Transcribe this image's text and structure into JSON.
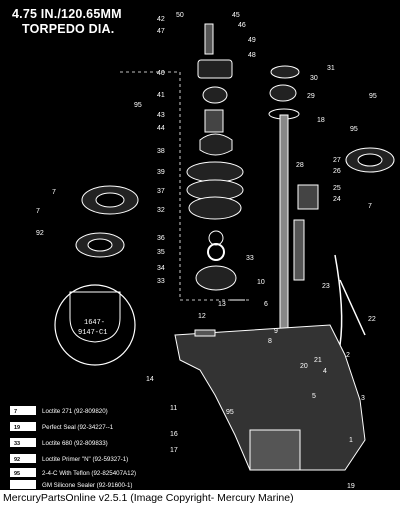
{
  "title": {
    "line1": "4.75 IN./120.65MM",
    "line2": "TORPEDO DIA."
  },
  "inset": {
    "part_number_line1": "1647-",
    "part_number_line2": "9147-C1"
  },
  "callouts": [
    {
      "n": "50"
    },
    {
      "n": "45"
    },
    {
      "n": "46"
    },
    {
      "n": "42"
    },
    {
      "n": "47"
    },
    {
      "n": "49"
    },
    {
      "n": "48"
    },
    {
      "n": "31"
    },
    {
      "n": "40"
    },
    {
      "n": "30"
    },
    {
      "n": "41"
    },
    {
      "n": "95"
    },
    {
      "n": "29"
    },
    {
      "n": "43"
    },
    {
      "n": "18"
    },
    {
      "n": "44"
    },
    {
      "n": "95"
    },
    {
      "n": "38"
    },
    {
      "n": "28"
    },
    {
      "n": "27"
    },
    {
      "n": "26"
    },
    {
      "n": "39"
    },
    {
      "n": "25"
    },
    {
      "n": "37"
    },
    {
      "n": "24"
    },
    {
      "n": "32"
    },
    {
      "n": "36"
    },
    {
      "n": "35"
    },
    {
      "n": "34"
    },
    {
      "n": "33"
    },
    {
      "n": "10"
    },
    {
      "n": "23"
    },
    {
      "n": "13"
    },
    {
      "n": "6"
    },
    {
      "n": "12"
    },
    {
      "n": "22"
    },
    {
      "n": "9"
    },
    {
      "n": "8"
    },
    {
      "n": "21"
    },
    {
      "n": "20"
    },
    {
      "n": "2"
    },
    {
      "n": "4"
    },
    {
      "n": "14"
    },
    {
      "n": "3"
    },
    {
      "n": "5"
    },
    {
      "n": "11"
    },
    {
      "n": "16"
    },
    {
      "n": "17"
    },
    {
      "n": "1"
    },
    {
      "n": "19"
    },
    {
      "n": "7"
    },
    {
      "n": "7"
    },
    {
      "n": "92"
    },
    {
      "n": "33"
    },
    {
      "n": "95"
    },
    {
      "n": "95"
    },
    {
      "n": "7"
    }
  ],
  "legend": [
    {
      "code": "7",
      "text": "Loctite 271 (92-809820)"
    },
    {
      "code": "19",
      "text": "Perfect Seal (92-34227--1"
    },
    {
      "code": "33",
      "text": "Loctite 680 (92-809833)"
    },
    {
      "code": "92",
      "text": "Loctite Primer \"N\" (92-59327-1)"
    },
    {
      "code": "95",
      "text": "2-4-C With Teflon (92-825407A12)"
    },
    {
      "code": "",
      "text": "GM Silicone Sealer (92-91600-1)"
    }
  ],
  "footer": {
    "text": "MercuryPartsOnline v2.5.1 (Image Copyright- Mercury Marine)"
  }
}
